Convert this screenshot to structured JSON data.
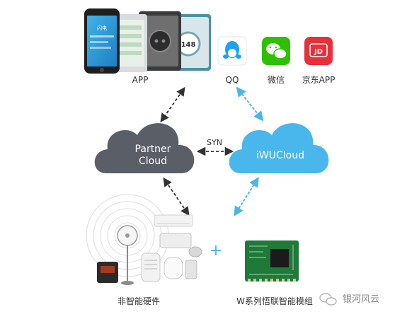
{
  "app_label": "APP",
  "apps": [
    {
      "name": "QQ",
      "icon": "qq-penguin-icon",
      "color": "#1da1f2"
    },
    {
      "name": "微信",
      "icon": "wechat-icon",
      "color": "#2dc100"
    },
    {
      "name": "京东APP",
      "icon": "jd-icon",
      "color": "#e8303a",
      "badge": "JD"
    }
  ],
  "partner_cloud": {
    "line1": "Partner",
    "line2": "Cloud",
    "color": "#5a5e66"
  },
  "iwu_cloud": {
    "label": "iWUCloud",
    "color": "#49b6ec"
  },
  "syn_label": "SYN",
  "hardware_label": "非智能硬件",
  "module_label": "W系列悟联智能模组",
  "plus_sign": "+",
  "phone_screen": {
    "title": "闪电",
    "gauge": "148"
  },
  "watermark": {
    "text": "银河风云",
    "icon": "wechat-watermark-icon"
  }
}
